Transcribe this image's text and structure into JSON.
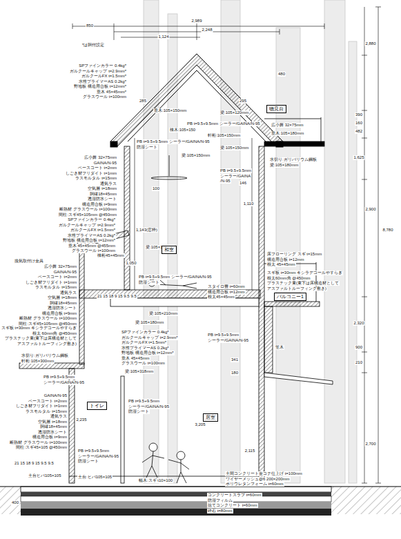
{
  "diagram": {
    "nodes": [
      {
        "text": [
          "物見台"
        ]
      },
      {
        "text": [
          "和室"
        ]
      },
      {
        "text": [
          "バルコニー1"
        ]
      },
      {
        "text": [
          "居室"
        ]
      },
      {
        "text": [
          "トイレ"
        ]
      }
    ],
    "labels": [
      "850",
      "2,989",
      "2,248",
      "1,124",
      "*は胴付設定",
      "480",
      "SPファインカラー 0.4kg*",
      "ガルクールキャップ t=2.9mm*",
      "ガルクールFX t=1.5mm*",
      "水性プライマーAS 0.2kg*",
      "野地板 構造用合板 t=12mm*",
      "垂木 45×45mm*",
      "グラスウール t=100mm",
      "285",
      "295",
      "垂木:105×150mm",
      "梁:105×120mm",
      "PB t=9.5+9.5mm シーラー/GAINA/N-95",
      "棟木:105×150",
      "軒桁:105×150mm",
      "PB t=9.5+9.5mm シーラー/GAINA/N-95",
      "防湿シート",
      "梁:105×150mm",
      "広小舞 32×75mm",
      "GAINA/N-95",
      "ベースコート t=2mm",
      "しごき材フリダイト t=1mm",
      "ラスモルタル t=15mm",
      "通気ラス",
      "空気層 t=18mm",
      "胴縁18×45mm",
      "透湿防水シート",
      "構造用合板 t=9mm",
      "断熱材 グラスウール t=100mm",
      "間柱:スギ45×105mm @450mm",
      "広小舞 32×75mm",
      "垂木:105×180mm",
      "梁:105×150mm",
      "水切り:ガリバリウム鋼板",
      "梁:105×180mm",
      "PB t=9.5+9.5mm",
      "シーラー/GAINA",
      "/N-95",
      "100",
      "146",
      "1,110",
      "SPファインカラー 0.4kg*",
      "ガルクールキャップ t=2.9mm*",
      "ガルクールFX t=1.5mm*",
      "水性プライマーAS 0.2kg*",
      "野地板 構造用合板 t=12mm*",
      "垂木 45×45mm @455mm",
      "グラスウール t=100mm",
      "1,143(窓枠)",
      "棟桁45×45mm",
      "換気取付け金具",
      "広小舞 32×75mm",
      "GAINA/N-95",
      "ベースコート t=2mm",
      "しごき材フリダイト t=1mm",
      "ラスモルタル t=15mm",
      "通気ラス",
      "空気層 t=18mm",
      "胴縁18×45mm",
      "透湿防水シート",
      "構造用合板 t=9mm",
      "断熱材 グラスウール t=100mm",
      "間柱:スギ45×105mm @450mm",
      "スギ板 t=30mm キシラデコールやすらぎ",
      "根太 60mm角 @450mm",
      "プラスチック束(束下は床構造材として",
      "アスファルトルーフィング敷き)",
      "水切り:ガリバリウム鋼板",
      "軒桁:105×300mm",
      "PB t=9.5+9.5mm",
      "シーラー/GAINA/N-95",
      "GAINA/N-95",
      "ベースコート t=2mm",
      "しごき材フリダイト t=1mm",
      "ラスモルタル t=15mm",
      "通気ラス",
      "空気層 t=18mm",
      "胴縁18×45mm",
      "透湿防水シート",
      "構造用合板 t=9mm",
      "断熱材 グラスウール t=100mm",
      "間柱:スギ45×105 @450mm",
      "21 15 18 9 15 9.5 9.5",
      "土台ヒバ105×105",
      "土台:ヒバ105×105",
      "2,235",
      "PB t=9.5+9.5mm",
      "シーラー/GAINA/N-95",
      "防湿シート",
      "PB t=9.5+9.5mm",
      "シーラー/GAINA/N-95",
      "防湿シート",
      "梁:105×150mm",
      "1,050",
      "PB t=9.5+9.5mm シーラー/GAINA/N-95",
      "防湿シート",
      "床フローリング スギ t=15mm",
      "構造用合板 t=12mm",
      "根太 45×45mm",
      "スギ板 t=30mm キシラデコールやすらぎ",
      "根太60mm角 @450mm",
      "プラスチック束(束下は床構造材として",
      "アスファルトルーフィング敷き)",
      "スタイロ畳 t=60mm",
      "構造用合板 t=12mm",
      "根太45×45mm",
      "21 15 18 9 15 9.5 9.5",
      "梁:105×210mm",
      "梁:105×180mm",
      "SPファインカラー 0.4kg*",
      "ガルクールキャップ t=2.9mm*",
      "ガルクールFX t=1.5mm*",
      "水性プライマーAS 0.2kg*",
      "野地板 構造用合板 t=12mm*",
      "垂木 45×45mm",
      "グラスウール t=100mm",
      "梁:105×318mm",
      "PB t=9.5+9.5mm",
      "シーラー/GAINA/N-95",
      "341",
      "180",
      "笠木",
      "3,205",
      "2,115",
      "幅木:スギ t10×100",
      "土間コンクリート金コテ仕上げ t=100mm",
      "ワイヤーメッシュ@6 200×200mm",
      "ポリウレタンフォーム t=60mm",
      "コンクリートスラブ t=60mm",
      "防湿フィルム",
      "捨てコンクリート t=60mm",
      "砕石 t=80mm",
      "400",
      "2,880",
      "390",
      "160",
      "482",
      "1,625",
      "2,900",
      "8,780",
      "2,320",
      "900",
      "210",
      "2,700"
    ]
  }
}
